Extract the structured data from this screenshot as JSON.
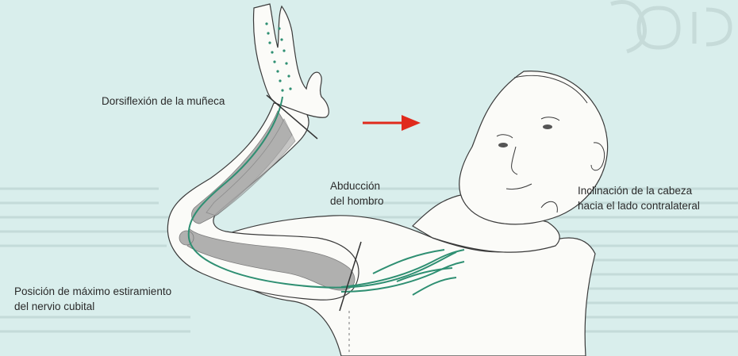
{
  "labels": {
    "wrist": "Dorsiflexión de la muñeca",
    "shoulder_line1": "Abducción",
    "shoulder_line2": "del hombro",
    "head_line1": "Inclinación de la cabeza",
    "head_line2": "hacia el lado contralateral",
    "nerve_line1": "Posición de máximo estiramiento",
    "nerve_line2": "del nervio cubital"
  },
  "colors": {
    "background": "#d9eeec",
    "nerve": "#2e8f72",
    "bone": "#a8a8a8",
    "arrow": "#e02a1c",
    "outline": "#3a3a3a"
  },
  "icons": {
    "direction_arrow": "right-arrow-icon"
  }
}
